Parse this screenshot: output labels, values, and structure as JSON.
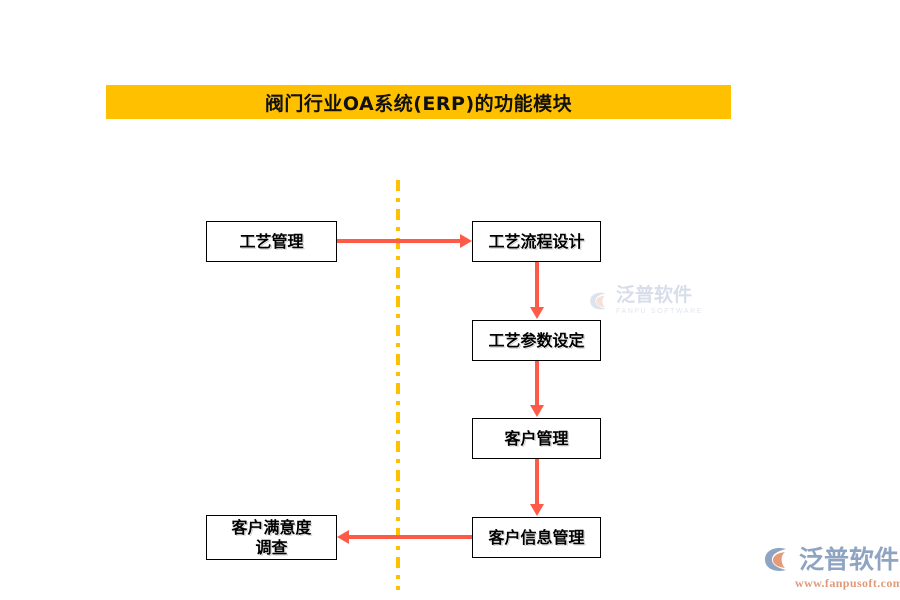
{
  "title_banner": {
    "text": "阀门行业OA系统(ERP)的功能模块",
    "background_color": "#FFC000",
    "text_color": "#111111"
  },
  "diagram": {
    "divider": {
      "style": "dash-dot-vertical",
      "color": "#FFC000"
    },
    "node_border_color": "#000000",
    "connector_color": "#FF5A47",
    "nodes": [
      {
        "id": "craft-mgmt",
        "label": "工艺管理"
      },
      {
        "id": "craft-flow",
        "label": "工艺流程设计"
      },
      {
        "id": "craft-param",
        "label": "工艺参数设定"
      },
      {
        "id": "customer-mgmt",
        "label": "客户管理"
      },
      {
        "id": "customer-info",
        "label": "客户信息管理"
      },
      {
        "id": "satisfaction",
        "label": "客户满意度\n调查"
      }
    ],
    "connectors": [
      {
        "from": "craft-mgmt",
        "to": "craft-flow",
        "direction": "right"
      },
      {
        "from": "craft-flow",
        "to": "craft-param",
        "direction": "down"
      },
      {
        "from": "craft-param",
        "to": "customer-mgmt",
        "direction": "down"
      },
      {
        "from": "customer-mgmt",
        "to": "customer-info",
        "direction": "down"
      },
      {
        "from": "customer-info",
        "to": "satisfaction",
        "direction": "left"
      }
    ]
  },
  "watermark_center": {
    "brand_cn": "泛普软件",
    "brand_en": "FANPU SOFTWARE"
  },
  "watermark_corner": {
    "brand_cn": "泛普软件",
    "url": "www.fanpusoft.com"
  }
}
